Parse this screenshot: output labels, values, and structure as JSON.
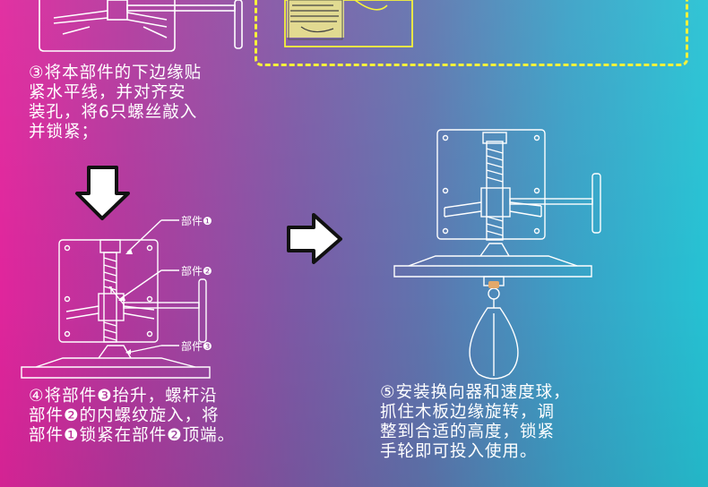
{
  "steps": {
    "step3": "③将本部件的下边缘贴\n紧水平线，并对齐安\n装孔，将6只螺丝敲入\n并锁紧；",
    "step4": "④将部件❸抬升，螺杆沿\n部件❷的内螺纹旋入，将\n部件❶锁紧在部件❷顶端。",
    "step5": "⑤安装换向器和速度球，\n抓住木板边缘旋转，调\n整到合适的高度，锁紧\n手轮即可投入使用。"
  },
  "part_labels": {
    "part1": "部件❶",
    "part2": "部件❷",
    "part3": "部件❸"
  },
  "icons": {
    "down_arrow": "down-arrow-icon",
    "right_arrow": "right-arrow-icon"
  },
  "colors": {
    "gradient_left": "#e0259c",
    "gradient_mid": "#6a6aaa",
    "gradient_right": "#25c2d3",
    "highlight": "#f6f23a",
    "line": "#ffffff"
  }
}
